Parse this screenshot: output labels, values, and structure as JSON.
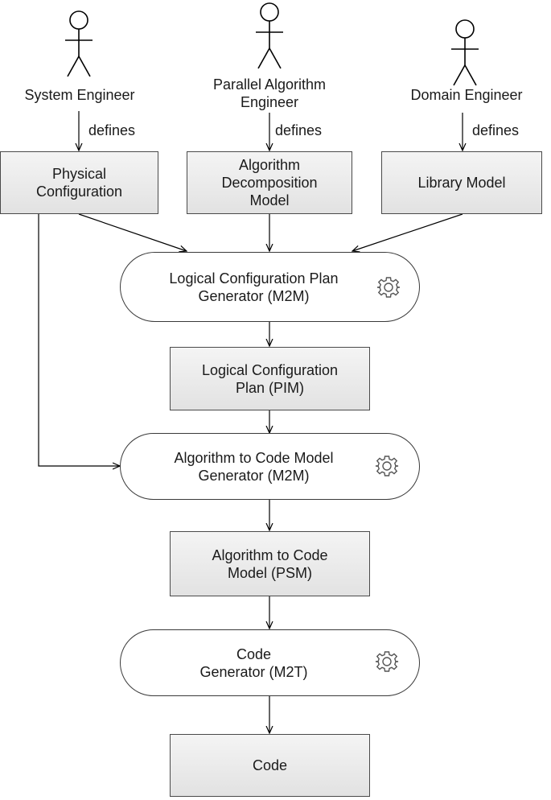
{
  "actors": [
    {
      "name": "System Engineer",
      "action": "defines"
    },
    {
      "name": "Parallel Algorithm\nEngineer",
      "action": "defines"
    },
    {
      "name": "Domain Engineer",
      "action": "defines"
    }
  ],
  "models": {
    "physical_configuration": "Physical\nConfiguration",
    "algorithm_decomposition": "Algorithm\nDecomposition\nModel",
    "library_model": "Library Model",
    "logical_configuration_plan": "Logical Configuration\nPlan (PIM)",
    "algorithm_to_code_model": "Algorithm to Code\nModel (PSM)",
    "code": "Code"
  },
  "generators": {
    "logical_configuration_plan_generator": "Logical Configuration Plan\nGenerator (M2M)",
    "algorithm_to_code_model_generator": "Algorithm to Code Model\nGenerator (M2M)",
    "code_generator": "Code\nGenerator (M2T)"
  },
  "icons": {
    "generator": "gear-icon",
    "actor": "stick-figure-icon"
  }
}
